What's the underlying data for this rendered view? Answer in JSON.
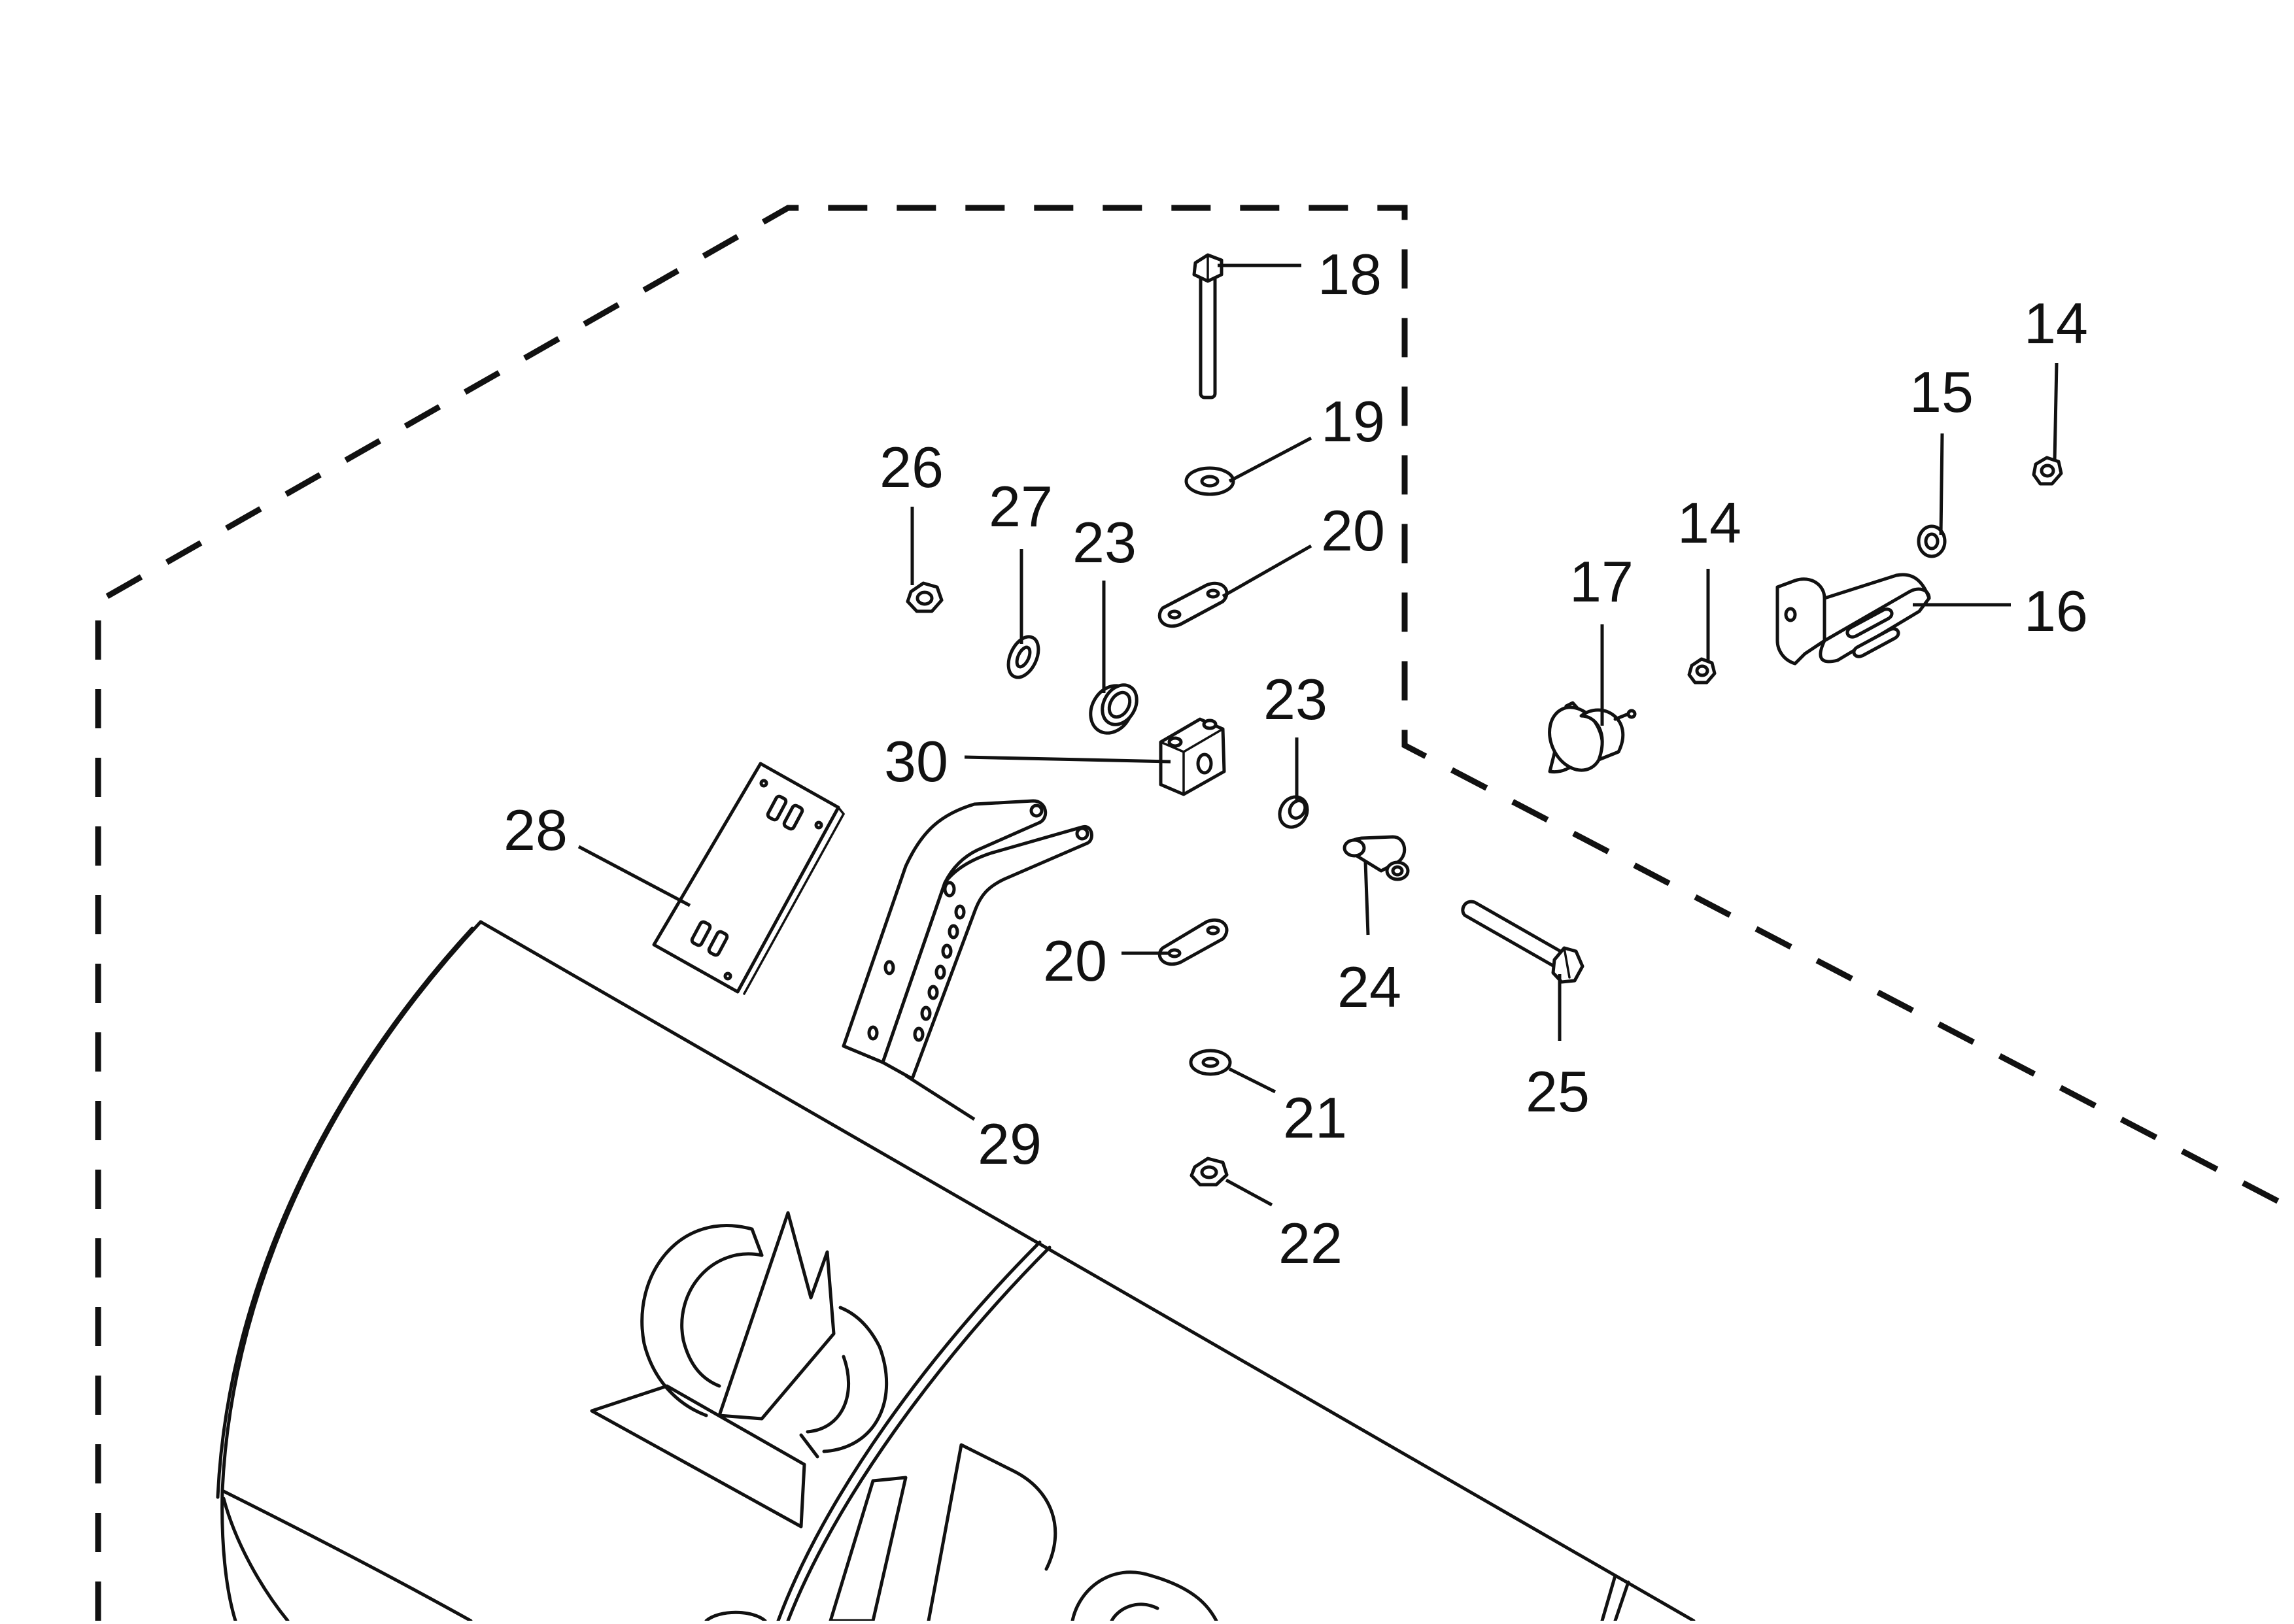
{
  "diagram": {
    "callouts": [
      "18",
      "19",
      "20",
      "23",
      "26",
      "27",
      "30",
      "28",
      "29",
      "20",
      "21",
      "22",
      "23",
      "24",
      "25",
      "17",
      "14",
      "15",
      "14",
      "16"
    ],
    "brand_text": "KR",
    "colors": {
      "ink": "#111111",
      "paper": "#ffffff"
    }
  }
}
